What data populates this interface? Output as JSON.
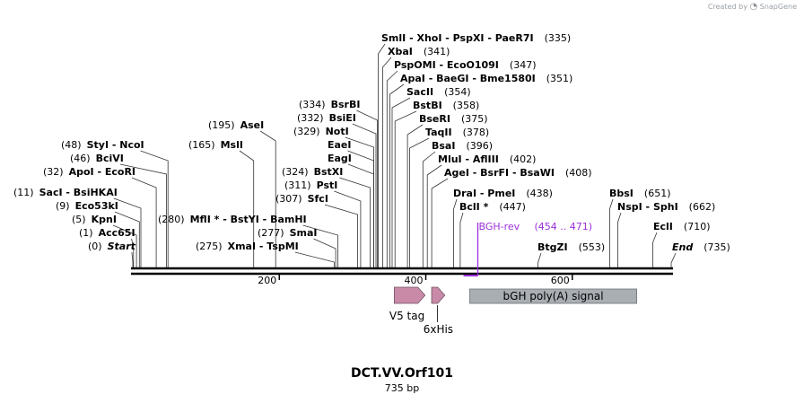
{
  "branding": {
    "created_by": "Created by",
    "app": "SnapGene"
  },
  "title": "DCT.VV.Orf101",
  "length": "735 bp",
  "ticks": [
    "200",
    "400",
    "600"
  ],
  "tick_values": [
    200,
    400,
    600
  ],
  "sequence_length": 735,
  "sites": [
    {
      "pos": 0,
      "name": "Start",
      "bp": "(0)",
      "italic": true
    },
    {
      "pos": 1,
      "name": "Acc65I",
      "bp": "(1)"
    },
    {
      "pos": 5,
      "name": "KpnI",
      "bp": "(5)"
    },
    {
      "pos": 9,
      "name": "Eco53kI",
      "bp": "(9)"
    },
    {
      "pos": 11,
      "name": "SacI  -  BsiHKAI",
      "bp": "(11)"
    },
    {
      "pos": 32,
      "name": "ApoI  -  EcoRI",
      "bp": "(32)"
    },
    {
      "pos": 46,
      "name": "BciVI",
      "bp": "(46)"
    },
    {
      "pos": 48,
      "name": "StyI  -  NcoI",
      "bp": "(48)"
    },
    {
      "pos": 165,
      "name": "MslI",
      "bp": "(165)"
    },
    {
      "pos": 195,
      "name": "AseI",
      "bp": "(195)"
    },
    {
      "pos": 275,
      "name": "XmaI  -  TspMI",
      "bp": "(275)"
    },
    {
      "pos": 277,
      "name": "SmaI",
      "bp": "(277)"
    },
    {
      "pos": 280,
      "name": "MflI *  -  BstYI  -  BamHI",
      "bp": "(280)"
    },
    {
      "pos": 307,
      "name": "SfcI",
      "bp": "(307)"
    },
    {
      "pos": 311,
      "name": "PstI",
      "bp": "(311)"
    },
    {
      "pos": 324,
      "name": "BstXI",
      "bp": "(324)"
    },
    {
      "pos": 329,
      "name": "EagI",
      "bp": ""
    },
    {
      "pos": 329,
      "name": "EaeI",
      "bp": ""
    },
    {
      "pos": 329,
      "name": "NotI",
      "bp": "(329)"
    },
    {
      "pos": 332,
      "name": "BsiEI",
      "bp": "(332)"
    },
    {
      "pos": 334,
      "name": "BsrBI",
      "bp": "(334)"
    },
    {
      "pos": 335,
      "name": "SmlI  -  XhoI  -  PspXI  -  PaeR7I",
      "bp": "(335)"
    },
    {
      "pos": 341,
      "name": "XbaI",
      "bp": "(341)"
    },
    {
      "pos": 347,
      "name": "PspOMI  -  EcoO109I",
      "bp": "(347)"
    },
    {
      "pos": 351,
      "name": "ApaI  -  BaeGI  -  Bme1580I",
      "bp": "(351)"
    },
    {
      "pos": 354,
      "name": "SacII",
      "bp": "(354)"
    },
    {
      "pos": 358,
      "name": "BstBI",
      "bp": "(358)"
    },
    {
      "pos": 375,
      "name": "BseRI",
      "bp": "(375)"
    },
    {
      "pos": 378,
      "name": "TaqII",
      "bp": "(378)"
    },
    {
      "pos": 396,
      "name": "BsaI",
      "bp": "(396)"
    },
    {
      "pos": 402,
      "name": "MluI  -  AflIII",
      "bp": "(402)"
    },
    {
      "pos": 408,
      "name": "AgeI  -  BsrFI  -  BsaWI",
      "bp": "(408)"
    },
    {
      "pos": 438,
      "name": "DraI  -  PmeI",
      "bp": "(438)"
    },
    {
      "pos": 447,
      "name": "BclI *",
      "bp": "(447)"
    },
    {
      "pos": 553,
      "name": "BtgZI",
      "bp": "(553)"
    },
    {
      "pos": 651,
      "name": "BbsI",
      "bp": "(651)"
    },
    {
      "pos": 662,
      "name": "NspI  -  SphI",
      "bp": "(662)"
    },
    {
      "pos": 710,
      "name": "EclI",
      "bp": "(710)"
    },
    {
      "pos": 735,
      "name": "End",
      "bp": "(735)",
      "italic": true
    }
  ],
  "primer": {
    "name": "BGH-rev",
    "range": "(454 .. 471)",
    "start": 454,
    "end": 471,
    "color": "#9b30d9"
  },
  "features": [
    {
      "name": "V5 tag",
      "start": 357,
      "end": 399,
      "type": "arrow",
      "color": "#c98aa8"
    },
    {
      "name": "6xHis",
      "start": 408,
      "end": 426,
      "type": "arrow",
      "color": "#c98aa8"
    },
    {
      "name": "bGH poly(A) signal",
      "start": 460,
      "end": 688,
      "type": "box",
      "color": "#a9aeb3"
    }
  ]
}
